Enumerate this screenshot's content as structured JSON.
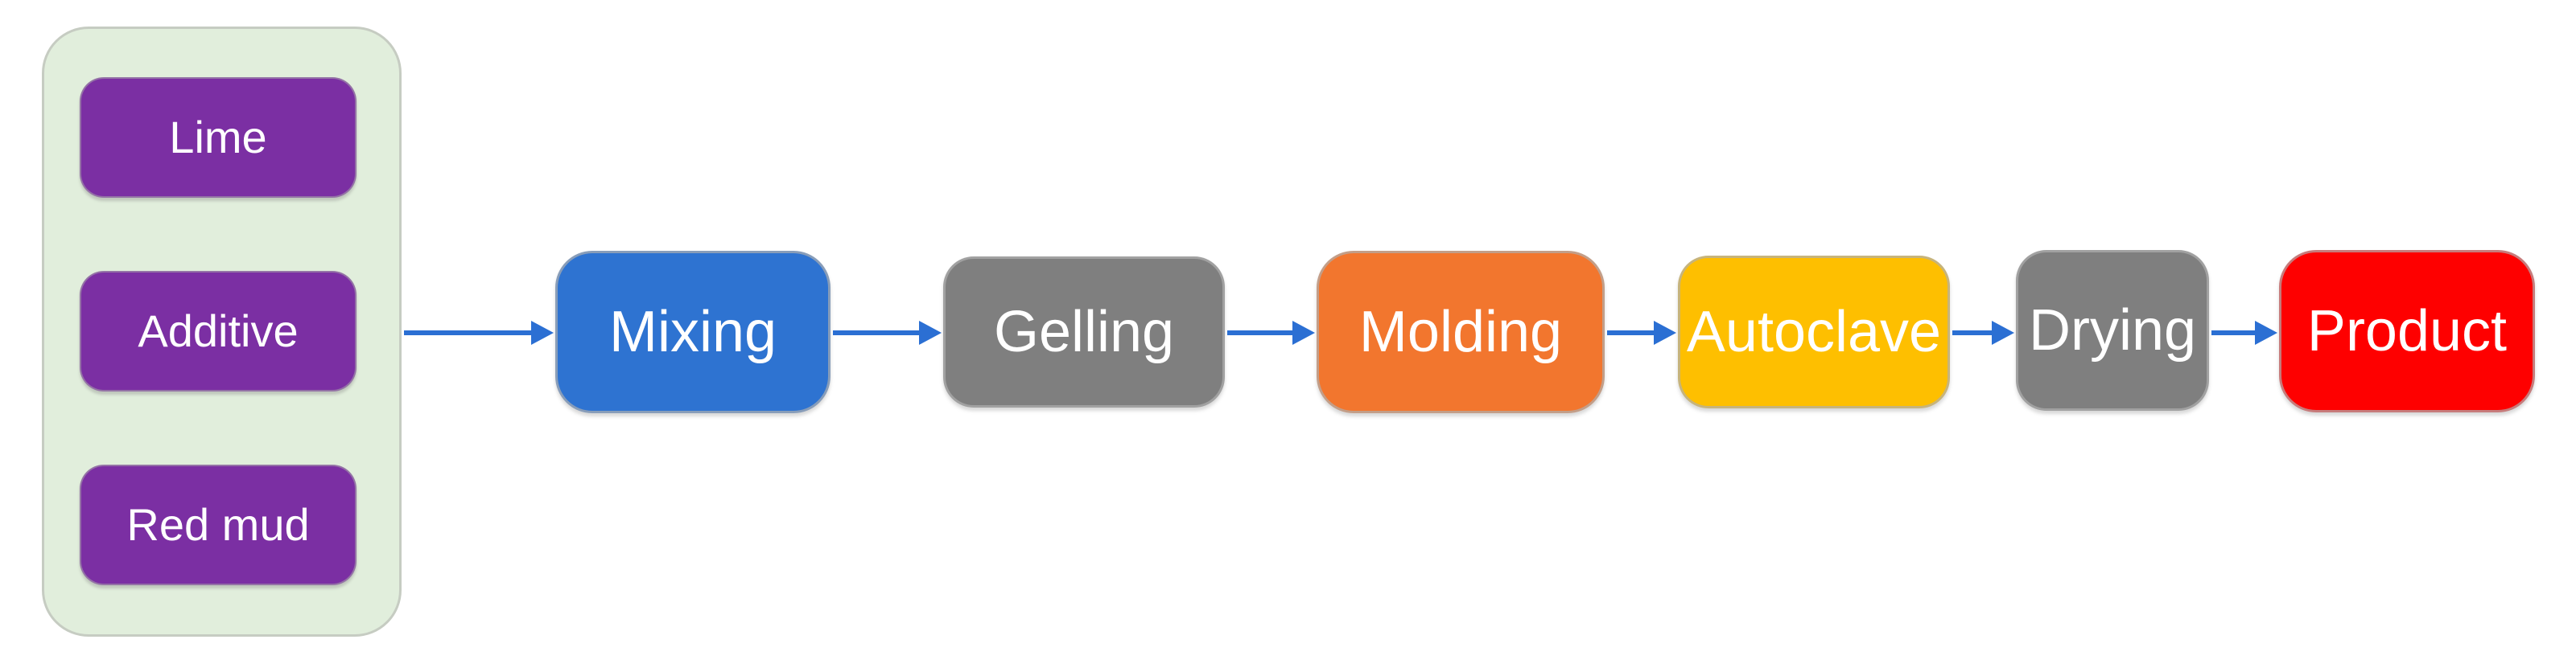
{
  "figure": {
    "background": "#FFFFFF",
    "label_color": "#FFFFFF",
    "arrow_color": "#2B6FD3",
    "inputs": {
      "container_fill": "#E1EEDC",
      "container_border": "#C6CCC2",
      "item_fill": "#7B2FA3",
      "items": [
        "Lime",
        "Additive",
        "Red mud"
      ]
    },
    "steps": [
      {
        "label": "Mixing",
        "fill": "#2E73D1"
      },
      {
        "label": "Gelling",
        "fill": "#7F7F7F"
      },
      {
        "label": "Molding",
        "fill": "#F2762E"
      },
      {
        "label": "Autoclave",
        "fill": "#FEBF00"
      },
      {
        "label": "Drying",
        "fill": "#7F7F7F"
      },
      {
        "label": "Product",
        "fill": "#FE0000"
      }
    ]
  }
}
